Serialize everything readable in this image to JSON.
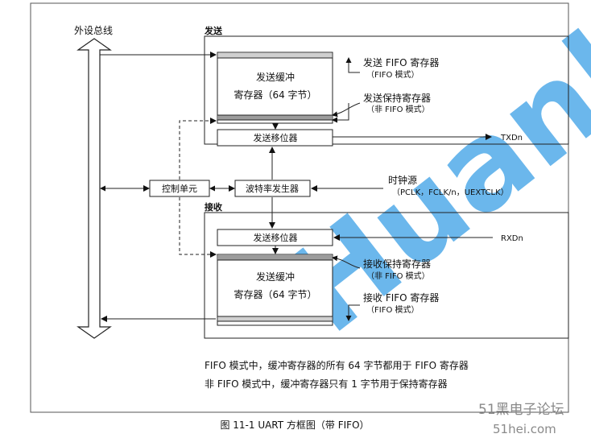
{
  "bus": {
    "label": "外设总线"
  },
  "tx": {
    "section_label": "发送",
    "buffer_line1": "发送缓冲",
    "buffer_line2": "寄存器（64 字节）",
    "shift": "发送移位器",
    "fifo_reg": "发送 FIFO 寄存器",
    "fifo_reg_sub": "（FIFO 模式）",
    "hold_reg": "发送保持寄存器",
    "hold_reg_sub": "（非 FIFO 模式）",
    "out": "TXDn"
  },
  "control": {
    "label": "控制单元"
  },
  "baud": {
    "label": "波特率发生器"
  },
  "clock": {
    "label": "时钟源",
    "sub": "（PCLK，FCLK/n，UEXTCLK）"
  },
  "rx": {
    "section_label": "接收",
    "shift": "发送移位器",
    "in": "RXDn",
    "buffer_line1": "发送缓冲",
    "buffer_line2": "寄存器（64 字节）",
    "hold_reg": "接收保持寄存器",
    "hold_reg_sub": "（非 FIFO 模式）",
    "fifo_reg": "接收 FIFO 寄存器",
    "fifo_reg_sub": "（FIFO 模式）"
  },
  "notes": {
    "line1": "FIFO 模式中，缓冲寄存器的所有 64 字节都用于 FIFO 寄存器",
    "line2": "非 FIFO 模式中，缓冲寄存器只有 1 字节用于保持寄存器"
  },
  "caption": "图 11-1 UART 方框图（带 FIFO）",
  "watermark": {
    "text": "Huanl",
    "site_name": "51黑电子论坛",
    "site_url": "51hei.com",
    "color": "#3aa0e6"
  }
}
